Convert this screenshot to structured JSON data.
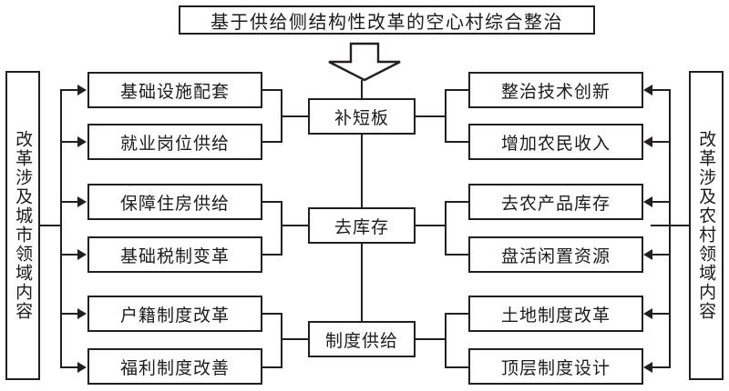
{
  "diagram": {
    "title": "基于供给侧结构性改革的空心村综合整治",
    "flow_arrow_icon": "down-block-arrow-icon",
    "sides": {
      "left_label": "改革涉及城市领域内容",
      "right_label": "改革涉及农村领域内容"
    },
    "center_nodes": [
      {
        "label": "补短板"
      },
      {
        "label": "去库存"
      },
      {
        "label": "制度供给"
      }
    ],
    "left_nodes": [
      {
        "label": "基础设施配套"
      },
      {
        "label": "就业岗位供给"
      },
      {
        "label": "保障住房供给"
      },
      {
        "label": "基础税制变革"
      },
      {
        "label": "户籍制度改革"
      },
      {
        "label": "福利制度改善"
      }
    ],
    "right_nodes": [
      {
        "label": "整治技术创新"
      },
      {
        "label": "增加农民收入"
      },
      {
        "label": "去农产品库存"
      },
      {
        "label": "盘活闲置资源"
      },
      {
        "label": "土地制度改革"
      },
      {
        "label": "顶层制度设计"
      }
    ],
    "colors": {
      "stroke": "#241f1f",
      "background": "#ffffff",
      "text": "#1b1b1b"
    }
  }
}
